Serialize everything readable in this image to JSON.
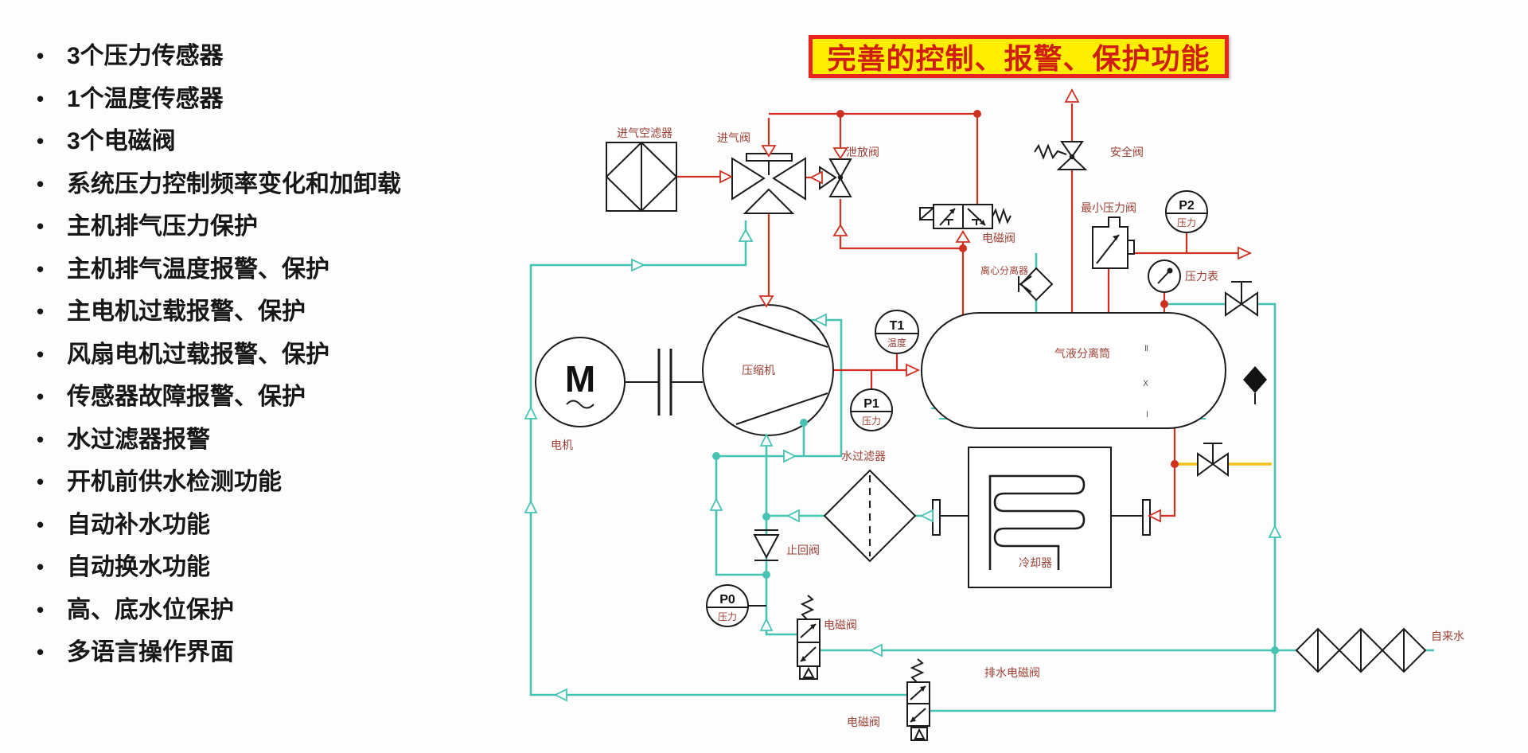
{
  "features": {
    "items": [
      "3个压力传感器",
      "1个温度传感器",
      "3个电磁阀",
      "系统压力控制频率变化和加卸载",
      "主机排气压力保护",
      "主机排气温度报警、保护",
      "主电机过载报警、保护",
      "风扇电机过载报警、保护",
      "传感器故障报警、保护",
      "水过滤器报警",
      "开机前供水检测功能",
      "自动补水功能",
      "自动换水功能",
      "高、底水位保护",
      "多语言操作界面"
    ]
  },
  "banner": {
    "text": "完善的控制、报警、保护功能",
    "bg_color": "#ffee00",
    "border_color": "#e8241c",
    "text_color": "#cf1d12"
  },
  "diagram": {
    "colors": {
      "air_line": "#d03020",
      "water_line": "#46c3b3",
      "component": "#1c1c1c",
      "label": "#9c4034",
      "drain_line": "#f2c11c"
    },
    "labels": {
      "air_filter": "进气空滤器",
      "intake_valve": "进气阀",
      "blowoff_valve": "泄放阀",
      "solenoid_valve_1": "电磁阀",
      "safety_valve": "安全阀",
      "min_pressure_valve": "最小压力阀",
      "separator": "离心分离器",
      "pressure_gauge": "压力表",
      "tank": "气液分离筒",
      "motor": "电机",
      "compressor": "压缩机",
      "water_filter": "水过滤器",
      "check_valve": "止回阀",
      "cooler": "冷却器",
      "solenoid_valve_2": "电磁阀",
      "solenoid_valve_3": "电磁阀",
      "drain_solenoid": "排水电磁阀",
      "tap_water": "自来水"
    },
    "gauges": {
      "t1": {
        "id": "T1",
        "sub": "温度"
      },
      "p1": {
        "id": "P1",
        "sub": "压力"
      },
      "p2": {
        "id": "P2",
        "sub": "压力"
      },
      "p0": {
        "id": "P0",
        "sub": "压力"
      }
    },
    "level_marks": [
      "Ⅱ",
      "Ⅹ",
      "Ⅰ"
    ],
    "motor_letter": "M"
  }
}
